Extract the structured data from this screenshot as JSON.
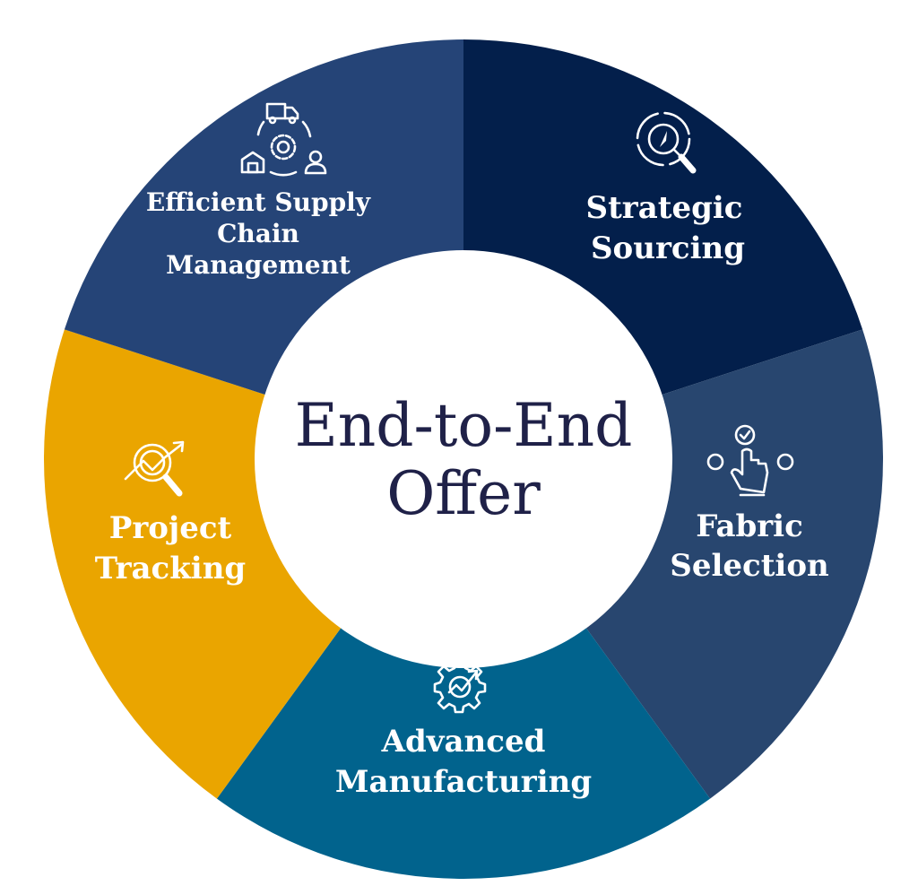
{
  "center": {
    "line1": "End-to-End",
    "line2": "Offer"
  },
  "segments": [
    {
      "id": "strategic-sourcing",
      "lines": [
        "Strategic",
        "Sourcing"
      ],
      "color": "#031f4b",
      "icon": "compass-search-icon"
    },
    {
      "id": "fabric-selection",
      "lines": [
        "Fabric",
        "Selection"
      ],
      "color": "#28466f",
      "icon": "hand-select-icon"
    },
    {
      "id": "advanced-manufacturing",
      "lines": [
        "Advanced",
        "Manufacturing"
      ],
      "color": "#01638d",
      "icon": "gear-growth-icon"
    },
    {
      "id": "project-tracking",
      "lines": [
        "Project",
        "Tracking"
      ],
      "color": "#eaa500",
      "icon": "magnifier-trend-icon"
    },
    {
      "id": "supply-chain",
      "lines": [
        "Efficient Supply",
        "Chain",
        "Management"
      ],
      "color": "#254477",
      "icon": "supply-chain-cycle-icon"
    }
  ]
}
